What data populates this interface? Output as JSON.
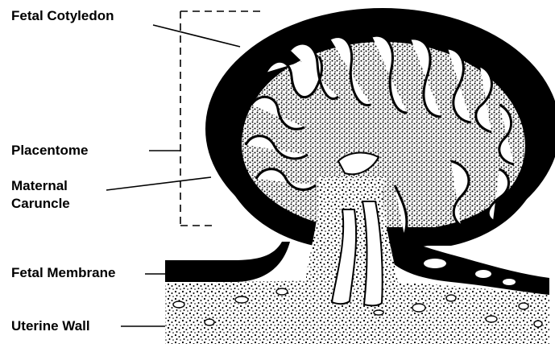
{
  "labels": {
    "fetal_cotyledon": "Fetal Cotyledon",
    "placentome": "Placentome",
    "maternal_caruncle_line1": "Maternal",
    "maternal_caruncle_line2": "Caruncle",
    "fetal_membrane": "Fetal Membrane",
    "uterine_wall": "Uterine Wall"
  },
  "colors": {
    "ink": "#000000",
    "paper": "#ffffff"
  }
}
